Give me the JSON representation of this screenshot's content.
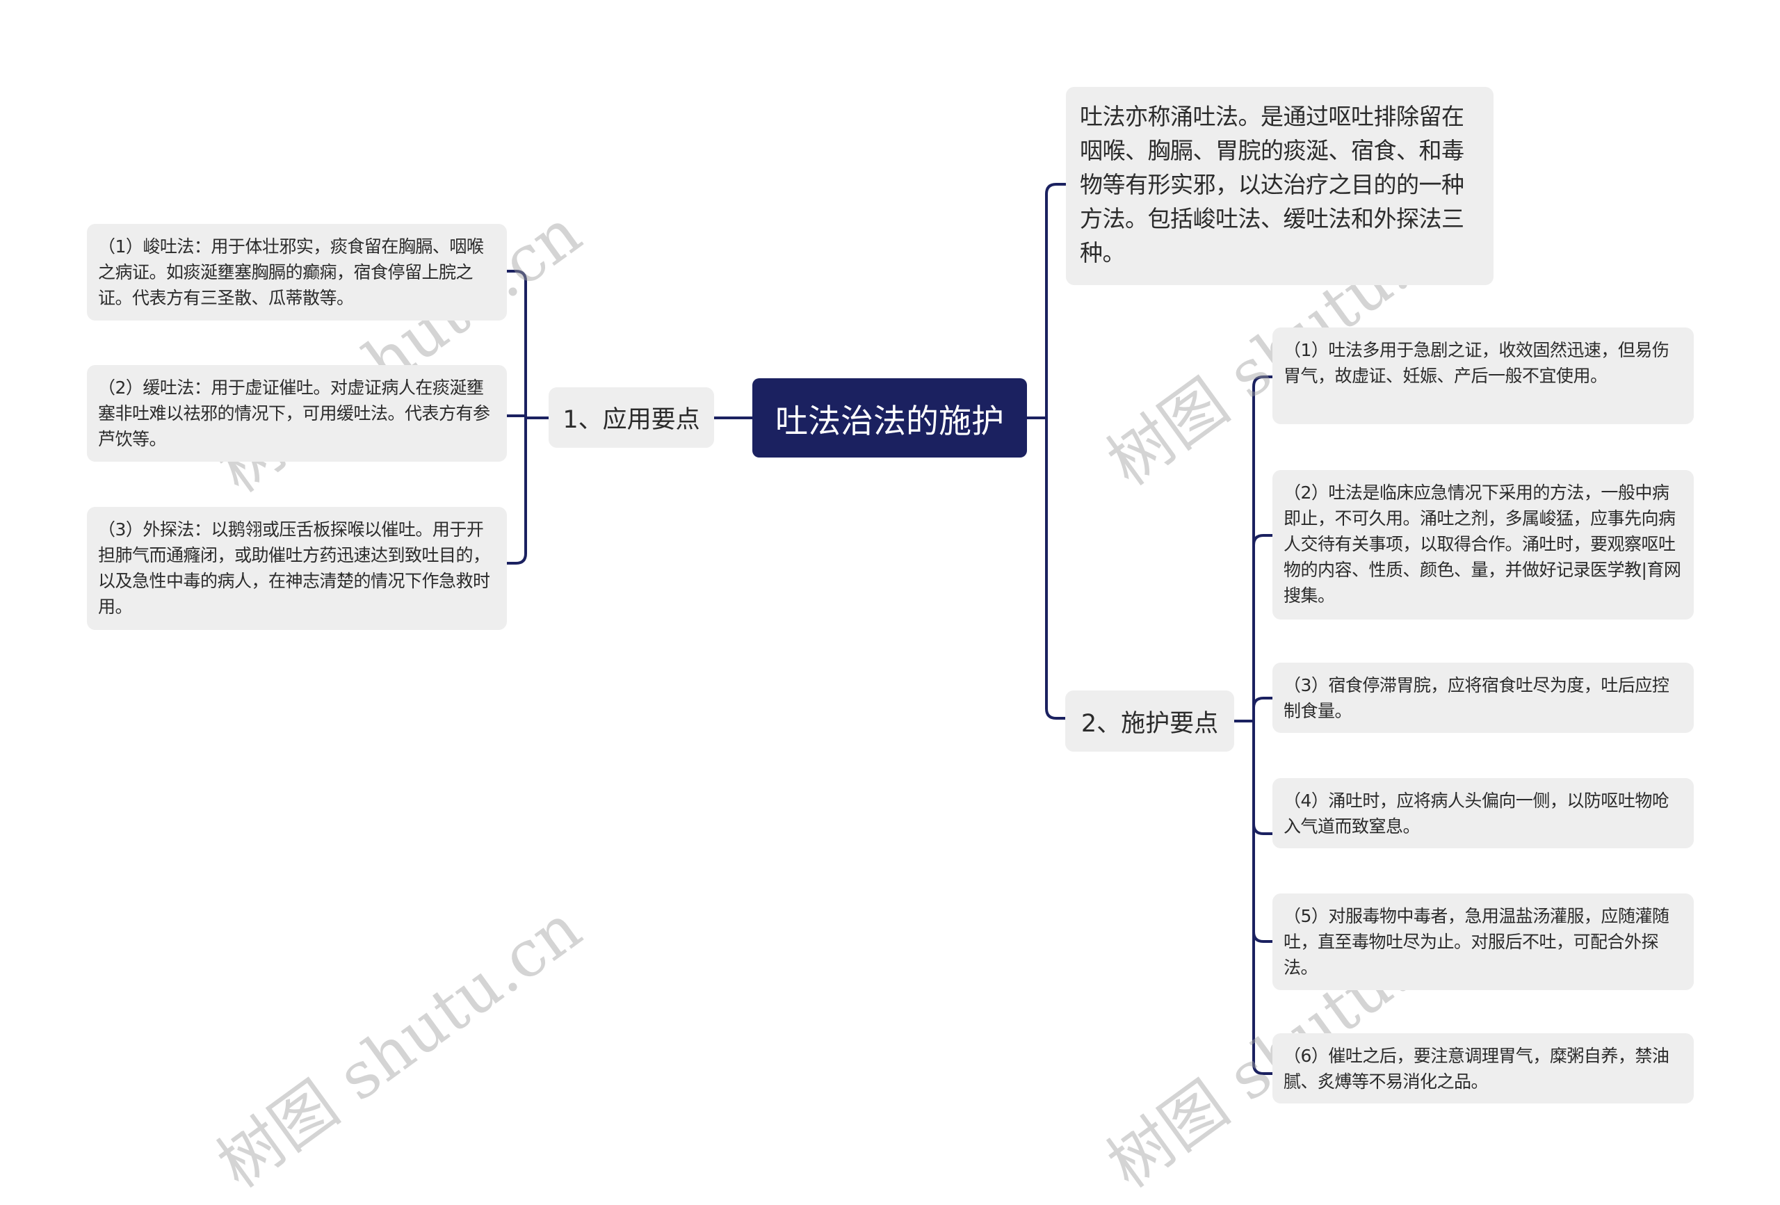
{
  "root": {
    "label": "吐法治法的施护"
  },
  "branches": {
    "left": {
      "label": "1、应用要点",
      "children": [
        "（1）峻吐法：用于体壮邪实，痰食留在胸膈、咽喉之病证。如痰涎壅塞胸膈的癫痫，宿食停留上脘之证。代表方有三圣散、瓜蒂散等。",
        "（2）缓吐法：用于虚证催吐。对虚证病人在痰涎壅塞非吐难以祛邪的情况下，可用缓吐法。代表方有参芦饮等。",
        "（3）外探法：以鹅翎或压舌板探喉以催吐。用于开担肺气而通癃闭，或助催吐方药迅速达到致吐目的，以及急性中毒的病人，在神志清楚的情况下作急救时用。"
      ]
    },
    "right_intro": {
      "label": "吐法亦称涌吐法。是通过呕吐排除留在咽喉、胸膈、胃脘的痰涎、宿食、和毒物等有形实邪，以达治疗之目的的一种方法。包括峻吐法、缓吐法和外探法三种。"
    },
    "right": {
      "label": "2、施护要点",
      "children": [
        "（1）吐法多用于急剧之证，收效固然迅速，但易伤胃气，故虚证、妊娠、产后一般不宜使用。",
        "（2）吐法是临床应急情况下采用的方法，一般中病即止，不可久用。涌吐之剂，多属峻猛，应事先向病人交待有关事项，以取得合作。涌吐时，要观察呕吐物的内容、性质、颜色、量，并做好记录医学教|育网搜集。",
        "（3）宿食停滞胃脘，应将宿食吐尽为度，吐后应控制食量。",
        "（4）涌吐时，应将病人头偏向一侧，以防呕吐物呛入气道而致窒息。",
        "（5）对服毒物中毒者，急用温盐汤灌服，应随灌随吐，直至毒物吐尽为止。对服后不吐，可配合外探法。",
        "（6）催吐之后，要注意调理胃气，糜粥自养，禁油腻、炙煿等不易消化之品。"
      ]
    }
  },
  "watermark": {
    "text": "树图 shutu.cn"
  },
  "colors": {
    "root_bg": "#1b2160",
    "node_bg": "#eeeeee",
    "line": "#1b2160"
  }
}
